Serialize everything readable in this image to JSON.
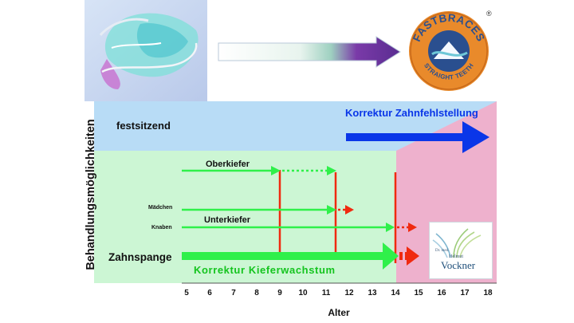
{
  "colors": {
    "fixed_band": "#b8dcf6",
    "growth_band": "#ccf6d4",
    "pink_zone": "#eeb1cd",
    "green_arrow": "#2ff04a",
    "red_line": "#f02a10",
    "blue_arrow": "#0a36e8",
    "growth_label": "#14c41e"
  },
  "header": {
    "photo": "dental-appliance-photo",
    "badge_top": "FASTBRACES",
    "badge_registered": "®",
    "badge_bottom": "STRAIGHT TEETH"
  },
  "diagram": {
    "y_axis_label": "Behandlungsmöglichkeiten",
    "x_axis_label": "Alter",
    "x_ticks": [
      "5",
      "6",
      "7",
      "8",
      "9",
      "10",
      "11",
      "12",
      "13",
      "14",
      "15",
      "16",
      "17",
      "18"
    ],
    "band_fixed_label": "festsitzend",
    "correction_teeth_label": "Korrektur Zahnfehlstellung",
    "upper_jaw_label": "Oberkiefer",
    "girls_label": "Mädchen",
    "lower_jaw_label": "Unterkiefer",
    "boys_label": "Knaben",
    "brace_label": "Zahnspange",
    "correction_jaw_label": "Korrektur Kieferwachstum"
  },
  "logo": {
    "prefix": "Dr. med.",
    "first": "Helmut",
    "last": "Vockner"
  }
}
